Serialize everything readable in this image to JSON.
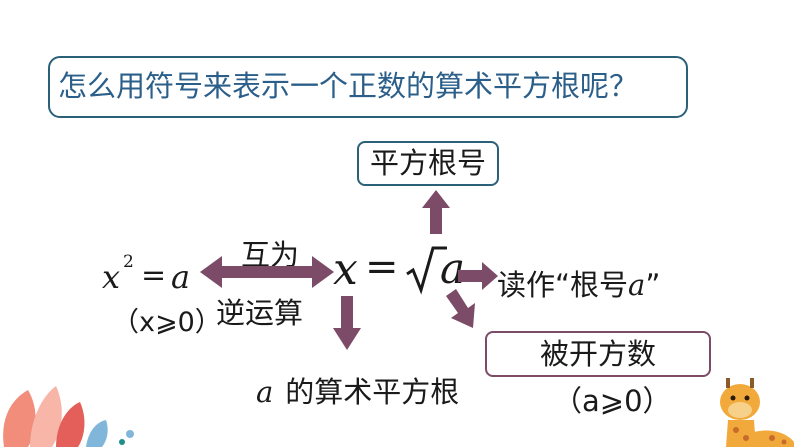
{
  "question": "怎么用符号来表示一个正数的算术平方根呢？",
  "formula": {
    "lhs_var": "x",
    "lhs_exp": "2",
    "lhs_eq": "=",
    "lhs_rhs": "a",
    "condition": "（x⩾0）",
    "main_x": "x",
    "main_eq": "=",
    "main_a": "a"
  },
  "labels": {
    "mutual": "互为",
    "inverse_op": "逆运算",
    "radical_sign": "平方根号",
    "read_as_prefix": "读作",
    "read_as_open": "“根号",
    "read_as_var": "a",
    "read_as_close": "”",
    "radicand": "被开方数",
    "radicand_cond": "（a⩾0）",
    "arith_root_var": "a",
    "arith_root_text": "的算术平方根"
  },
  "colors": {
    "box_border_blue": "#2a6078",
    "box_border_purple": "#7b4b67",
    "arrow": "#7b4b67",
    "question_text": "#2b5f8a"
  }
}
